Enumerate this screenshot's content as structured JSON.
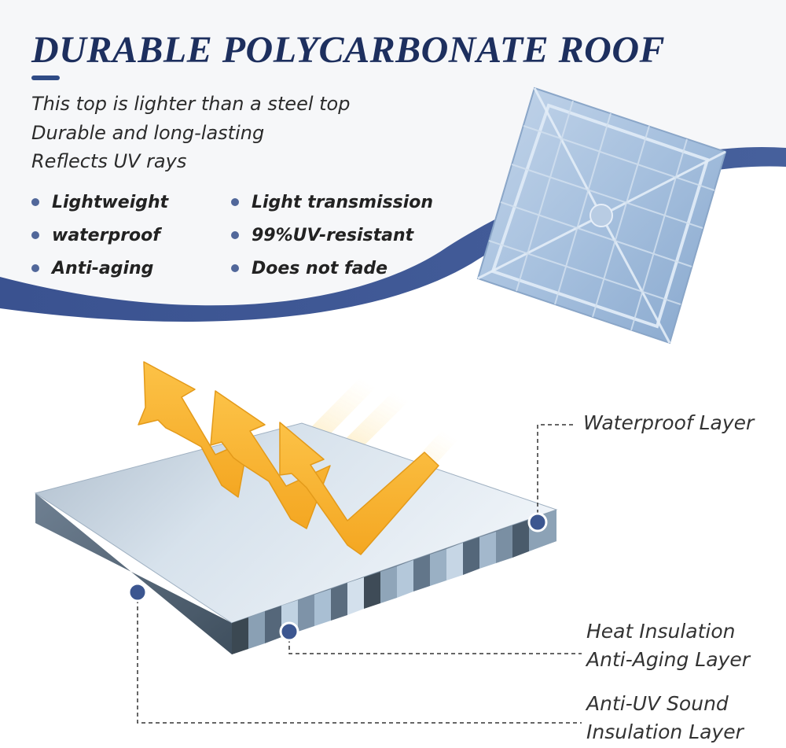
{
  "header": {
    "title": "DURABLE POLYCARBONATE ROOF",
    "intro_lines": [
      "This top is lighter than a steel top",
      "Durable and long-lasting",
      "Reflects UV rays"
    ]
  },
  "features": {
    "left": [
      "Lightweight",
      "waterproof",
      "Anti-aging"
    ],
    "right": [
      "Light transmission",
      "99%UV-resistant",
      "Does not fade"
    ]
  },
  "layers": {
    "waterproof": "Waterproof Layer",
    "heat_line1": "Heat Insulation",
    "heat_line2": "Anti-Aging Layer",
    "uv_line1": "Anti-UV Sound",
    "uv_line2": "Insulation Layer"
  },
  "colors": {
    "navy": "#1d2f5e",
    "accent_blue": "#3f5690",
    "marker_blue": "#51679a",
    "arrow_orange": "#f7b733",
    "header_bg": "#f6f7f9"
  }
}
